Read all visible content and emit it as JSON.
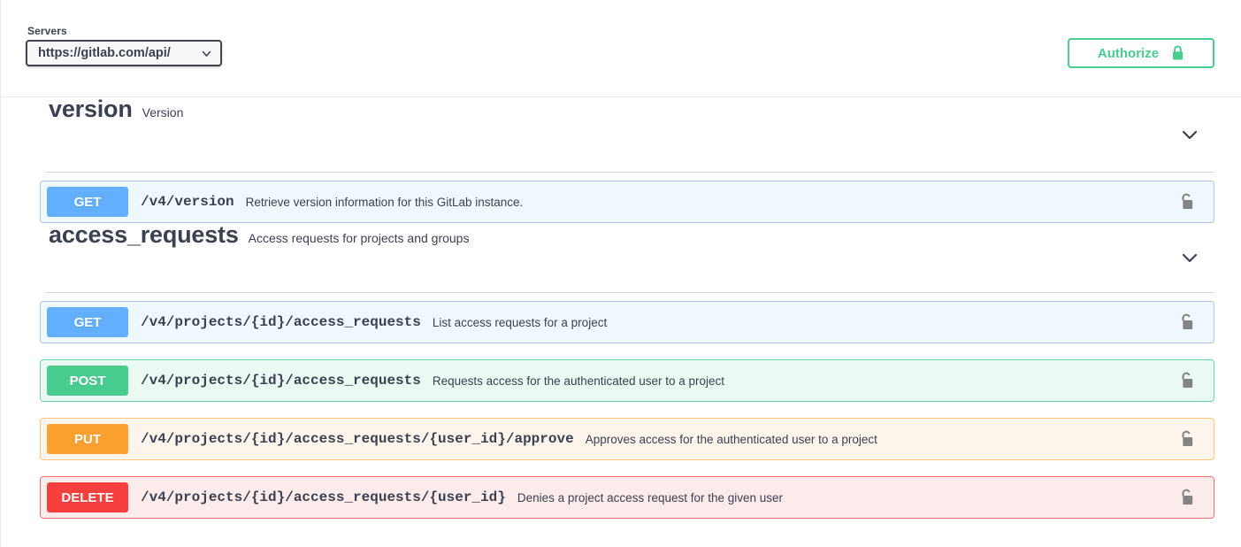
{
  "scheme_bar": {
    "servers_label": "Servers",
    "server_selected": "https://gitlab.com/api/",
    "server_chevron_icon": "chevron-down-icon",
    "authorize_label": "Authorize",
    "authorize_lock_icon": "lock-closed-icon",
    "accent_green": "#49cc90"
  },
  "method_colors": {
    "GET": "#61affe",
    "POST": "#49cc90",
    "PUT": "#fca130",
    "DELETE": "#f93e3e"
  },
  "sections": [
    {
      "tag": "version",
      "description": "Version",
      "chevron_icon": "chevron-down-icon",
      "operations": [
        {
          "method": "GET",
          "method_class": "get",
          "path": "/v4/version",
          "summary": "Retrieve version information for this GitLab instance.",
          "lock_icon": "lock-open-icon"
        }
      ]
    },
    {
      "tag": "access_requests",
      "description": "Access requests for projects and groups",
      "chevron_icon": "chevron-down-icon",
      "operations": [
        {
          "method": "GET",
          "method_class": "get",
          "path": "/v4/projects/{id}/access_requests",
          "summary": "List access requests for a project",
          "lock_icon": "lock-open-icon"
        },
        {
          "method": "POST",
          "method_class": "post",
          "path": "/v4/projects/{id}/access_requests",
          "summary": "Requests access for the authenticated user to a project",
          "lock_icon": "lock-open-icon"
        },
        {
          "method": "PUT",
          "method_class": "put",
          "path": "/v4/projects/{id}/access_requests/{user_id}/approve",
          "summary": "Approves access for the authenticated user to a project",
          "lock_icon": "lock-open-icon"
        },
        {
          "method": "DELETE",
          "method_class": "delete",
          "path": "/v4/projects/{id}/access_requests/{user_id}",
          "summary": "Denies a project access request for the given user",
          "lock_icon": "lock-open-icon"
        }
      ]
    }
  ]
}
